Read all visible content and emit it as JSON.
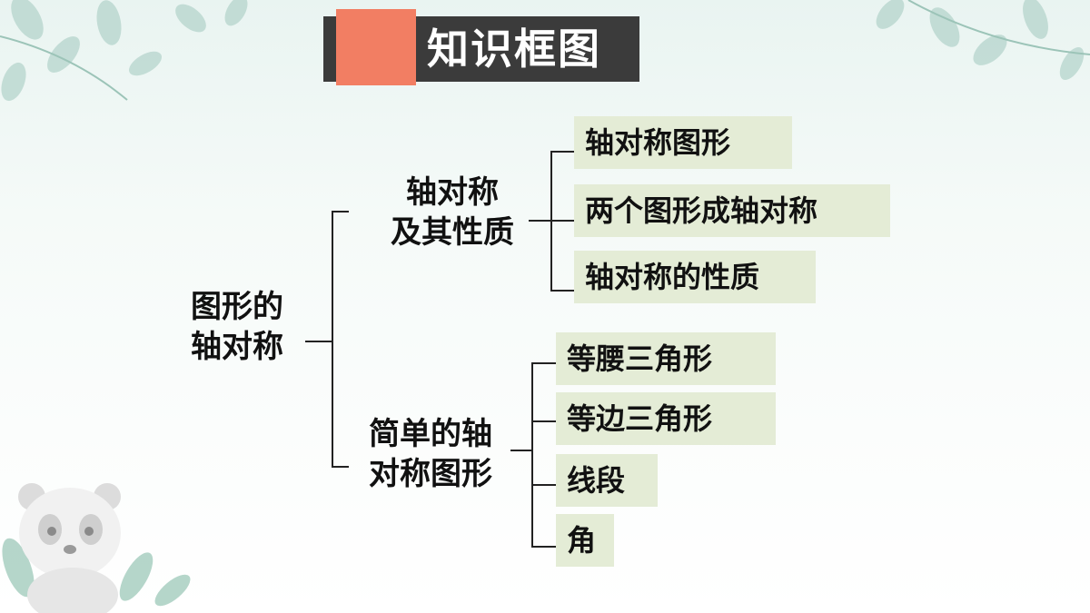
{
  "title": "知识框图",
  "root": {
    "line1": "图形的",
    "line2": "轴对称"
  },
  "branches": [
    {
      "line1": "轴对称",
      "line2": "及其性质",
      "leaves": [
        "轴对称图形",
        "两个图形成轴对称",
        "轴对称的性质"
      ]
    },
    {
      "line1": "简单的轴",
      "line2": "对称图形",
      "leaves": [
        "等腰三角形",
        "等边三角形",
        "线段",
        "角"
      ]
    }
  ],
  "colors": {
    "title_bar": "#3b3b3b",
    "title_accent": "#f27e63",
    "leaf_box": "#e4ecd6"
  }
}
